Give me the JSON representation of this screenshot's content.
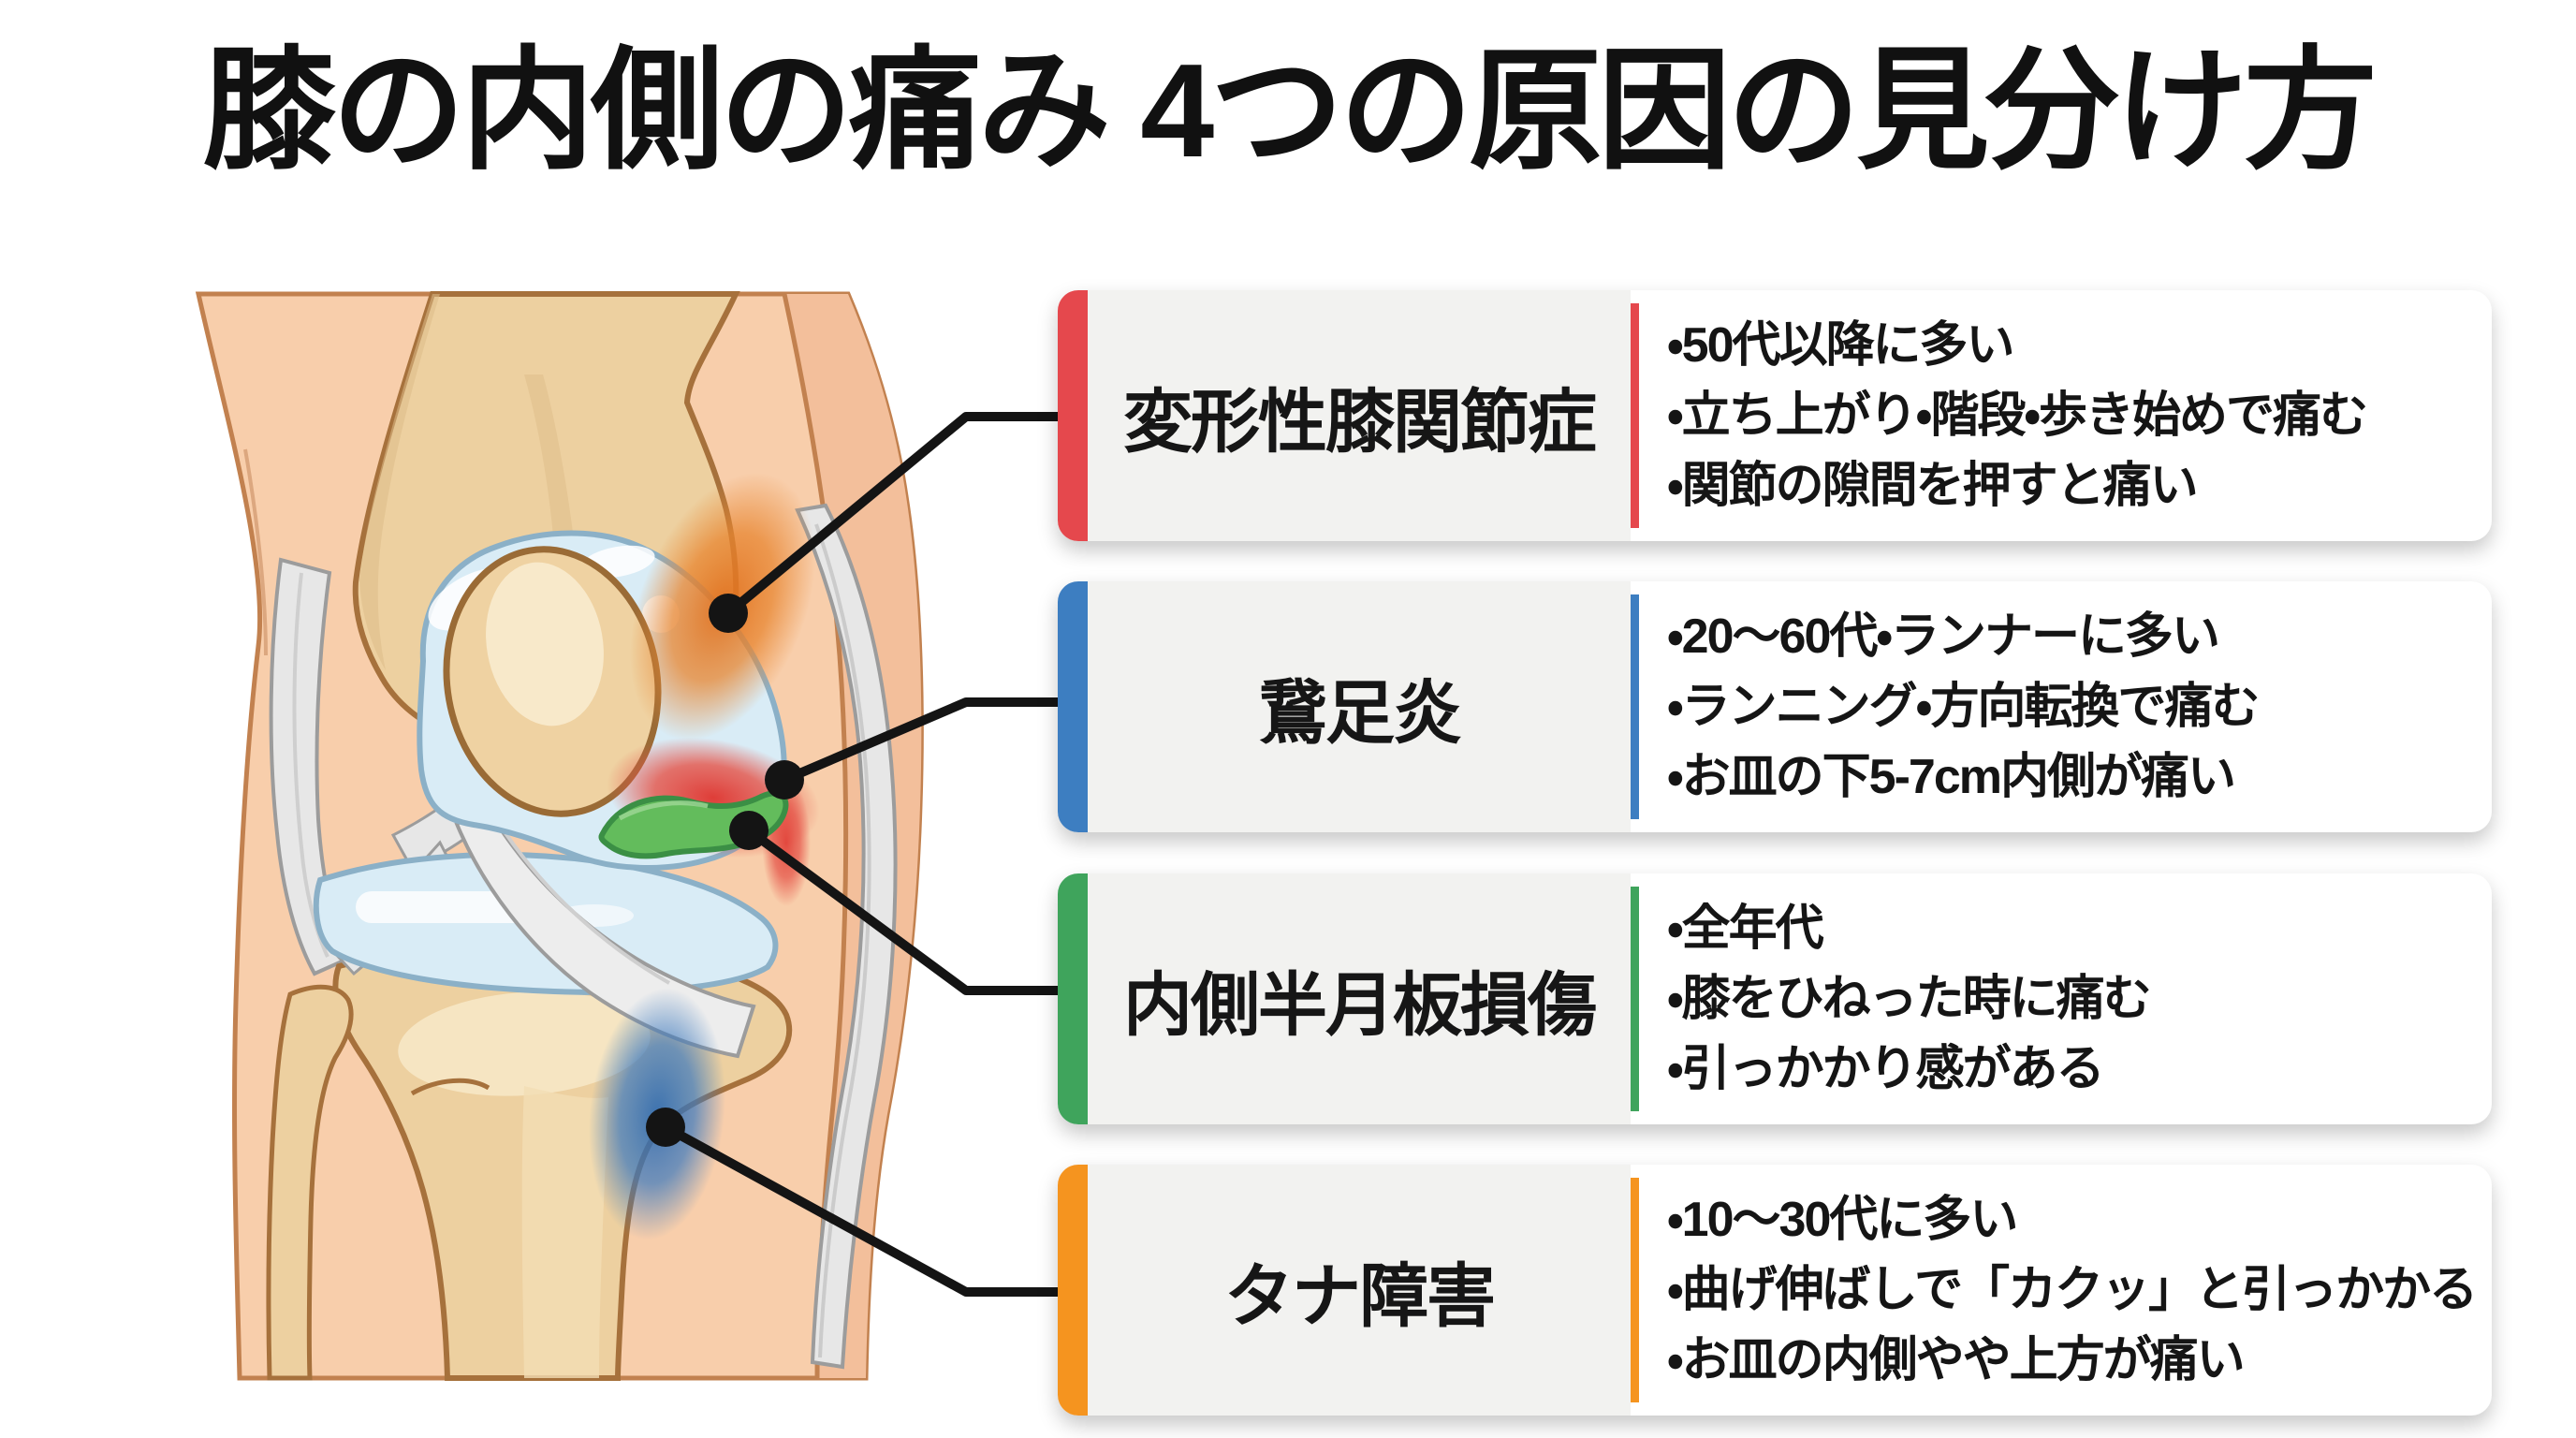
{
  "title": "膝の内側の痛み 4つの原因の見分け方",
  "connector_color": "#141414",
  "cards": [
    {
      "label": "変形性膝関節症",
      "color": "#E5484D",
      "bullets": [
        "・50代以降に多い",
        "・立ち上がり・階段・歩き始めで痛む",
        "・関節の隙間を押すと痛い"
      ]
    },
    {
      "label": "鵞足炎",
      "color": "#3D7EC1",
      "bullets": [
        "・20〜60代・ランナーに多い",
        "・ランニング・方向転換で痛む",
        "・お皿の下5-7cm内側が痛い"
      ]
    },
    {
      "label": "内側半月板損傷",
      "color": "#3FA45C",
      "bullets": [
        "・全年代",
        "・膝をひねった時に痛む",
        "・引っかかり感がある"
      ]
    },
    {
      "label": "タナ障害",
      "color": "#F5941F",
      "bullets": [
        "・10〜30代に多い",
        "・曲げ伸ばしで「カクッ」と引っかかる",
        "・お皿の内側やや上方が痛い"
      ]
    }
  ],
  "markers": [
    {
      "name": "osteoarthritis-pain-spot",
      "spot_color": "#E4771F",
      "links_to_card": 0
    },
    {
      "name": "pes-anserine-pain-spot",
      "spot_color": "#E03A33",
      "links_to_card": 1
    },
    {
      "name": "medial-meniscus-highlight",
      "spot_color": "#63BC5C",
      "links_to_card": 2
    },
    {
      "name": "plica-pain-spot",
      "spot_color": "#2E6DB3",
      "links_to_card": 3
    }
  ],
  "illustration_colors": {
    "skin": "#F8CEAB",
    "skin_shade": "#F3BF9B",
    "skin_outline": "#C2814F",
    "bone": "#EDD0A0",
    "bone_outline": "#A6713C",
    "cartilage": "#D9ECF6",
    "cartilage_outline": "#8BB0C7",
    "ligament": "#E7E7E7",
    "meniscus_outline": "#3B8F45"
  }
}
